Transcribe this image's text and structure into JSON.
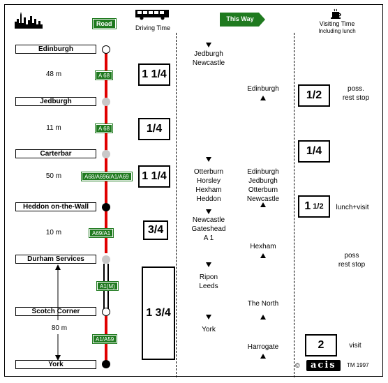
{
  "header": {
    "road_badge": "Road",
    "driving_time": "Driving Time",
    "this_way": "This Way",
    "visiting_time": "Visiting Time",
    "including_lunch": "Including lunch"
  },
  "stops": [
    "Edinburgh",
    "Jedburgh",
    "Carterbar",
    "Heddon on-the-Wall",
    "Durham Services",
    "Scotch Corner",
    "York"
  ],
  "distances": [
    "48 m",
    "11 m",
    "50 m",
    "10 m",
    "80 m"
  ],
  "roads": [
    "A 68",
    "A 68",
    "A68/A696/A1/A69",
    "A69/A1",
    "A1(M)",
    "A1/A59"
  ],
  "driving_times": [
    "1 1/4",
    "1/4",
    "1 1/4",
    "3/4",
    "1 3/4"
  ],
  "southbound_places": [
    "Jedburgh\nNewcastle",
    "Otterburn\nHorsley\nHexham\nHeddon",
    "Newcastle\nGateshead\nA 1",
    "Ripon\nLeeds",
    "York"
  ],
  "northbound_places": [
    "Edinburgh",
    "Edinburgh\nJedburgh\nOtterburn\nNewcastle",
    "Hexham",
    "The North",
    "Harrogate"
  ],
  "visiting": {
    "t1": "1/2",
    "t1_note": "poss.\nrest stop",
    "t2": "1/4",
    "t3_whole": "1",
    "t3_frac": "1/2",
    "t3_note": "lunch+visit",
    "durham_note": "poss\nrest stop",
    "t4": "2",
    "t4_note": "visit"
  },
  "footer": {
    "copyright": "©",
    "logo_text": "acis",
    "year": "TM 1997"
  },
  "colors": {
    "road_green": "#1f7a1f",
    "route_red": "#e00000"
  }
}
